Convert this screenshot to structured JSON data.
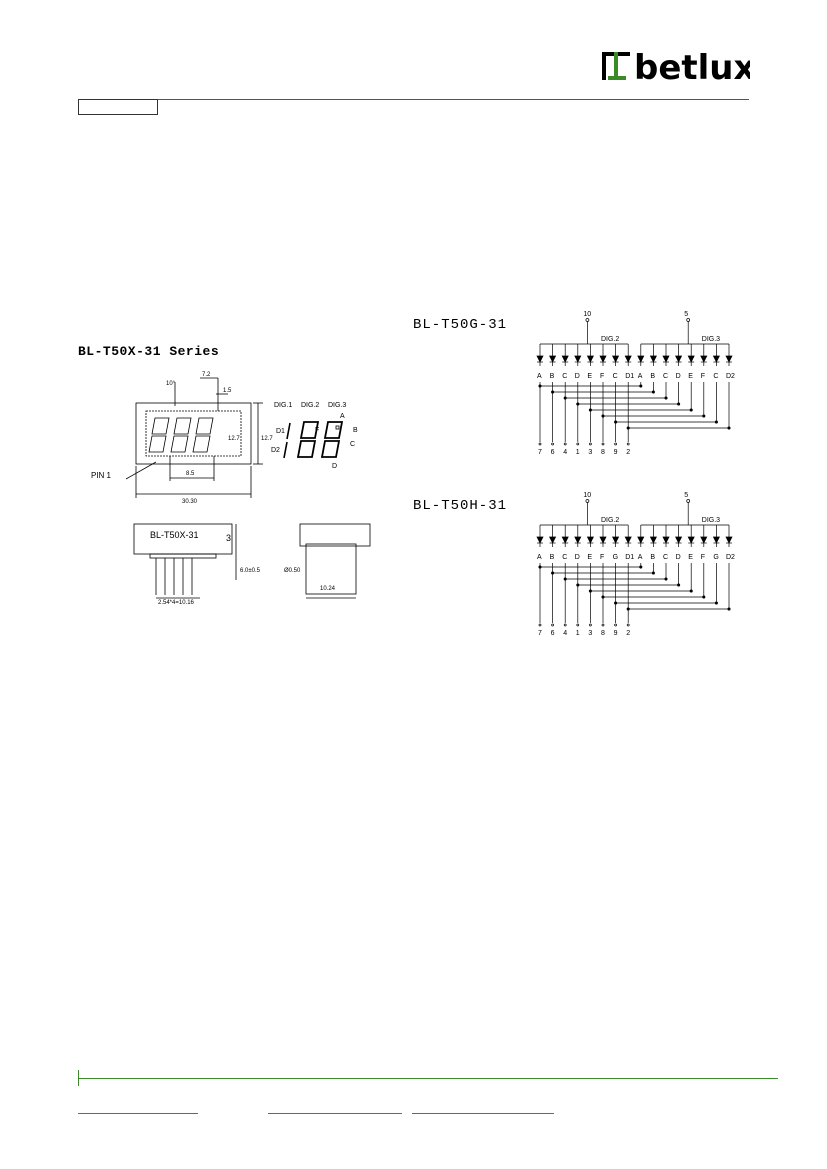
{
  "header": {
    "logo_text": "betlux",
    "brand_color": "#000000",
    "accent_color": "#3a8a2a",
    "tab_label": ""
  },
  "dimensions": {
    "series_title": "BL-T50X-31 Series",
    "pin_label": "PIN 1",
    "digit_labels": [
      "DIG.1",
      "DIG.2",
      "DIG.3"
    ],
    "segment_labels": {
      "a": "A",
      "b": "B",
      "c": "C",
      "d": "D",
      "f": "F",
      "d1": "D1",
      "d2": "D2"
    },
    "side_label": "BL-T50X-31",
    "dims": {
      "width": "30.30",
      "digit_pitch": "8.5",
      "angle": "10°",
      "seg_w": "7.2",
      "small": "1.5",
      "height": "12.7",
      "inner_h": "12.7",
      "thickness": "3",
      "pin_len": "6.0±0.5",
      "pin_pitch": "2.54*4=10.16",
      "pin_dia": "Ø0.50",
      "depth": "10.24"
    }
  },
  "schematic_g": {
    "title": "BL-T50G-31",
    "common_pins": [
      "10",
      "5"
    ],
    "groups": [
      "DIG.2",
      "DIG.3"
    ],
    "segments": [
      "A",
      "B",
      "C",
      "D",
      "E",
      "F",
      "C",
      "D1",
      "A",
      "B",
      "C",
      "D",
      "E",
      "F",
      "C",
      "D2"
    ],
    "pins": [
      "7",
      "6",
      "4",
      "1",
      "3",
      "8",
      "9",
      "2"
    ]
  },
  "schematic_h": {
    "title": "BL-T50H-31",
    "common_pins": [
      "10",
      "5"
    ],
    "groups": [
      "DIG.2",
      "DIG.3"
    ],
    "segments": [
      "A",
      "B",
      "C",
      "D",
      "E",
      "F",
      "G",
      "D1",
      "A",
      "B",
      "C",
      "D",
      "E",
      "F",
      "G",
      "D2"
    ],
    "pins": [
      "7",
      "6",
      "4",
      "1",
      "3",
      "8",
      "9",
      "2"
    ]
  },
  "footer": {
    "links": [
      "",
      "",
      ""
    ]
  }
}
